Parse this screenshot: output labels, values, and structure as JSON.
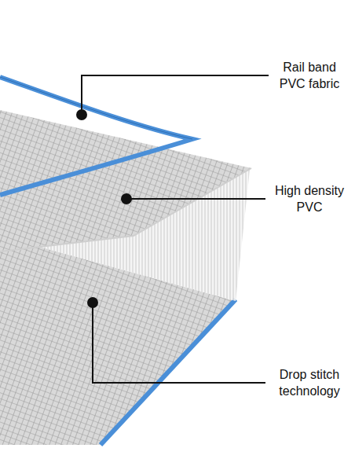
{
  "diagram": {
    "labels": [
      "Rail band PVC fabric",
      "High density PVC",
      "Drop stitch technology"
    ]
  }
}
